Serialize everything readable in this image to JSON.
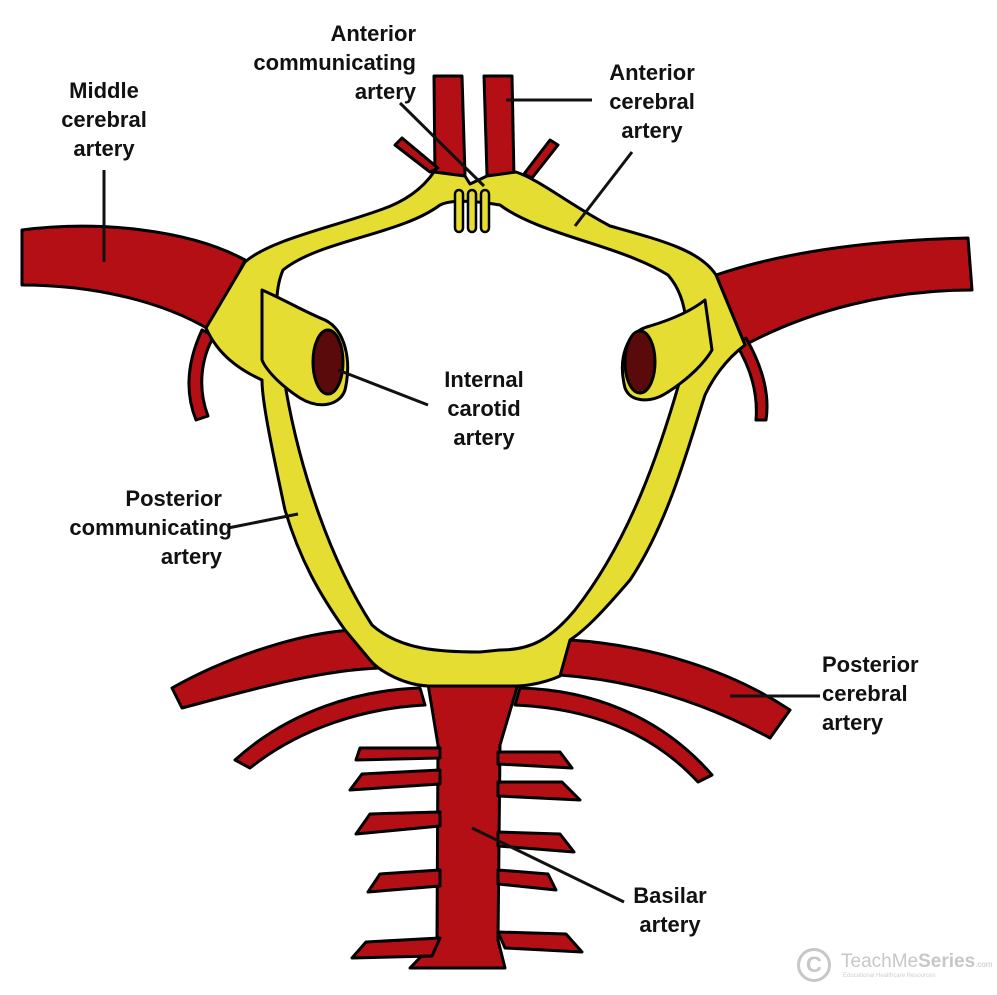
{
  "labels": {
    "middle_cerebral": [
      "Middle",
      "cerebral",
      "artery"
    ],
    "anterior_communicating": [
      "Anterior",
      "communicating",
      "artery"
    ],
    "anterior_cerebral": [
      "Anterior",
      "cerebral",
      "artery"
    ],
    "internal_carotid": [
      "Internal",
      "carotid",
      "artery"
    ],
    "posterior_communicating": [
      "Posterior",
      "communicating",
      "artery"
    ],
    "posterior_cerebral": [
      "Posterior",
      "cerebral",
      "artery"
    ],
    "basilar": [
      "Basilar",
      "artery"
    ]
  },
  "logo": {
    "letter": "C",
    "brand_regular": "TeachMe",
    "brand_bold": "Series",
    "brand_suffix": ".com",
    "tagline": "Educational Healthcare Resources"
  },
  "colors": {
    "artery_red": "#b40f14",
    "communicating_yellow": "#e6dd32",
    "outline": "#000000",
    "lumen": "#5a0a0a"
  }
}
